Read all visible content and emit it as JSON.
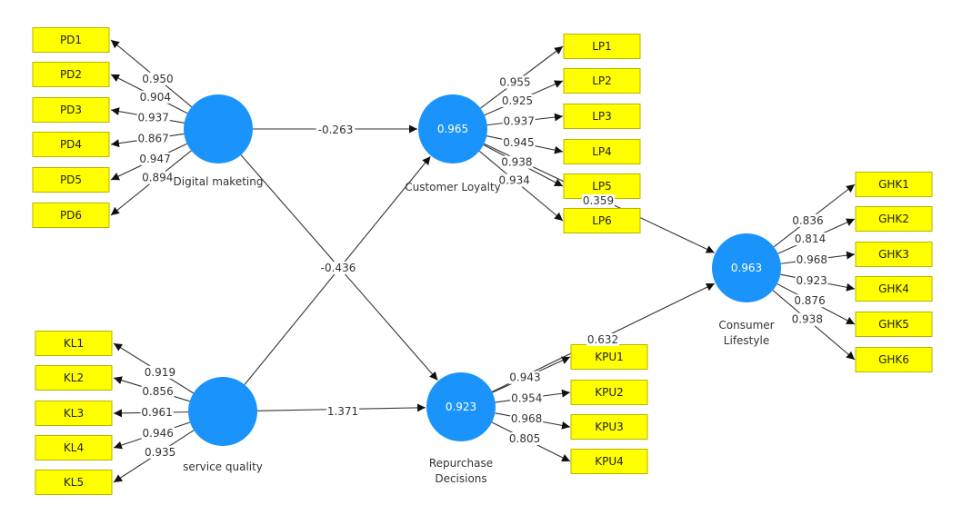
{
  "colors": {
    "construct": "#1a93fa",
    "indicator": "#ffff00",
    "edge": "#333333"
  },
  "constructs": [
    {
      "id": "dm",
      "name": [
        "Digital maketing"
      ],
      "value": "",
      "side": "left",
      "indicators": [
        {
          "label": "PD1",
          "loading": "0.950"
        },
        {
          "label": "PD2",
          "loading": "0.904"
        },
        {
          "label": "PD3",
          "loading": "0.937"
        },
        {
          "label": "PD4",
          "loading": "0.867"
        },
        {
          "label": "PD5",
          "loading": "0.947"
        },
        {
          "label": "PD6",
          "loading": "0.894"
        }
      ]
    },
    {
      "id": "sq",
      "name": [
        "service quality"
      ],
      "value": "",
      "side": "left",
      "indicators": [
        {
          "label": "KL1",
          "loading": "0.919"
        },
        {
          "label": "KL2",
          "loading": "0.856"
        },
        {
          "label": "KL3",
          "loading": "0.961"
        },
        {
          "label": "KL4",
          "loading": "0.946"
        },
        {
          "label": "KL5",
          "loading": "0.935"
        }
      ]
    },
    {
      "id": "cl",
      "name": [
        "Customer Loyalty"
      ],
      "value": "0.965",
      "side": "right",
      "indicators": [
        {
          "label": "LP1",
          "loading": "0.955"
        },
        {
          "label": "LP2",
          "loading": "0.925"
        },
        {
          "label": "LP3",
          "loading": "0.937"
        },
        {
          "label": "LP4",
          "loading": "0.945"
        },
        {
          "label": "LP5",
          "loading": "0.938"
        },
        {
          "label": "LP6",
          "loading": "0.934"
        }
      ]
    },
    {
      "id": "rd",
      "name": [
        "Repurchase",
        "Decisions"
      ],
      "value": "0.923",
      "side": "right",
      "indicators": [
        {
          "label": "KPU1",
          "loading": "0.943"
        },
        {
          "label": "KPU2",
          "loading": "0.954"
        },
        {
          "label": "KPU3",
          "loading": "0.968"
        },
        {
          "label": "KPU4",
          "loading": "0.805"
        }
      ]
    },
    {
      "id": "cs",
      "name": [
        "Consumer",
        "Lifestyle"
      ],
      "value": "0.963",
      "side": "right",
      "indicators": [
        {
          "label": "GHK1",
          "loading": "0.836"
        },
        {
          "label": "GHK2",
          "loading": "0.814"
        },
        {
          "label": "GHK3",
          "loading": "0.968"
        },
        {
          "label": "GHK4",
          "loading": "0.923"
        },
        {
          "label": "GHK5",
          "loading": "0.876"
        },
        {
          "label": "GHK6",
          "loading": "0.938"
        }
      ]
    }
  ],
  "paths": [
    {
      "from": "dm",
      "to": "cl",
      "coefficient": "-0.263"
    },
    {
      "from": "dm",
      "to": "rd",
      "coefficient": ""
    },
    {
      "from": "sq",
      "to": "cl",
      "coefficient": "-0.436"
    },
    {
      "from": "sq",
      "to": "rd",
      "coefficient": "1.371"
    },
    {
      "from": "cl",
      "to": "cs",
      "coefficient": "0.359"
    },
    {
      "from": "rd",
      "to": "cs",
      "coefficient": "0.632"
    }
  ]
}
